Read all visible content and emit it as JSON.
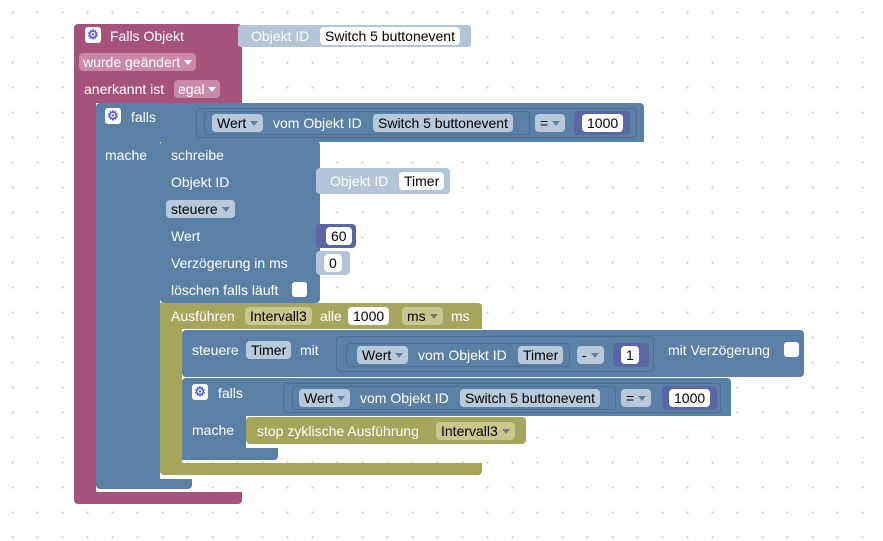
{
  "trigger": {
    "title": "Falls Objekt",
    "objekt_id_label": "Objekt ID",
    "objekt_id_value": "Switch 5 buttonevent",
    "wurde_geaendert": "wurde geändert",
    "anerkannt_ist": "anerkannt ist",
    "anerkannt_value": "egal"
  },
  "if1": {
    "falls": "falls",
    "mache": "mache",
    "wert": "Wert",
    "vom_objekt_id": "vom Objekt ID",
    "objekt": "Switch 5 buttonevent",
    "operator": "=",
    "number": "1000"
  },
  "write": {
    "schreibe": "schreibe",
    "objekt_id": "Objekt ID",
    "objekt_id_label": "Objekt ID",
    "objekt_id_value": "Timer",
    "steuere": "steuere",
    "wert": "Wert",
    "wert_value": "60",
    "delay": "Verzögerung in ms",
    "delay_value": "0",
    "loeschen": "löschen falls läuft"
  },
  "interval": {
    "ausfuehren": "Ausführen",
    "name": "Intervall3",
    "alle": "alle",
    "value": "1000",
    "unit_dd": "ms",
    "unit": "ms"
  },
  "control": {
    "steuere": "steuere",
    "timer": "Timer",
    "mit": "mit",
    "wert": "Wert",
    "vom_objekt_id": "vom Objekt ID",
    "objekt": "Timer",
    "operator": "-",
    "number": "1",
    "mit_verzoegerung": "mit Verzögerung"
  },
  "if2": {
    "falls": "falls",
    "mache": "mache",
    "wert": "Wert",
    "vom_objekt_id": "vom Objekt ID",
    "objekt": "Switch 5 buttonevent",
    "operator": "=",
    "number": "1000"
  },
  "stop": {
    "label": "stop zyklische Ausführung",
    "name": "Intervall3"
  },
  "colors": {
    "trigger": "#a5537a",
    "logic": "#5b80a5",
    "logic_dark": "#4a6d90",
    "value_block": "#b3c5d8",
    "number_block": "#5b67a5",
    "timer": "#a5a55b"
  }
}
